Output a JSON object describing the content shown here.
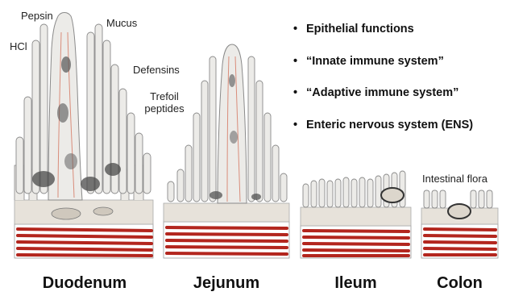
{
  "labels": {
    "pepsin": "Pepsin",
    "mucus": "Mucus",
    "hcl": "HCl",
    "defensins": "Defensins",
    "trefoil_line1": "Trefoil",
    "trefoil_line2": "peptides",
    "intestinal_flora": "Intestinal flora"
  },
  "bullets": [
    "Epithelial functions",
    "“Innate immune system”",
    "“Adaptive immune system”",
    "Enteric nervous system (ENS)"
  ],
  "bullet_glyph": "•",
  "segments": [
    "Duodenum",
    "Jejunum",
    "Ileum",
    "Colon"
  ],
  "colors": {
    "muscle_red": "#b3261e",
    "tissue_outline": "#8a8a8a",
    "tissue_fill": "#ecebe8",
    "submucosa": "#d9d4cc",
    "vessel": "#d98c7a"
  }
}
